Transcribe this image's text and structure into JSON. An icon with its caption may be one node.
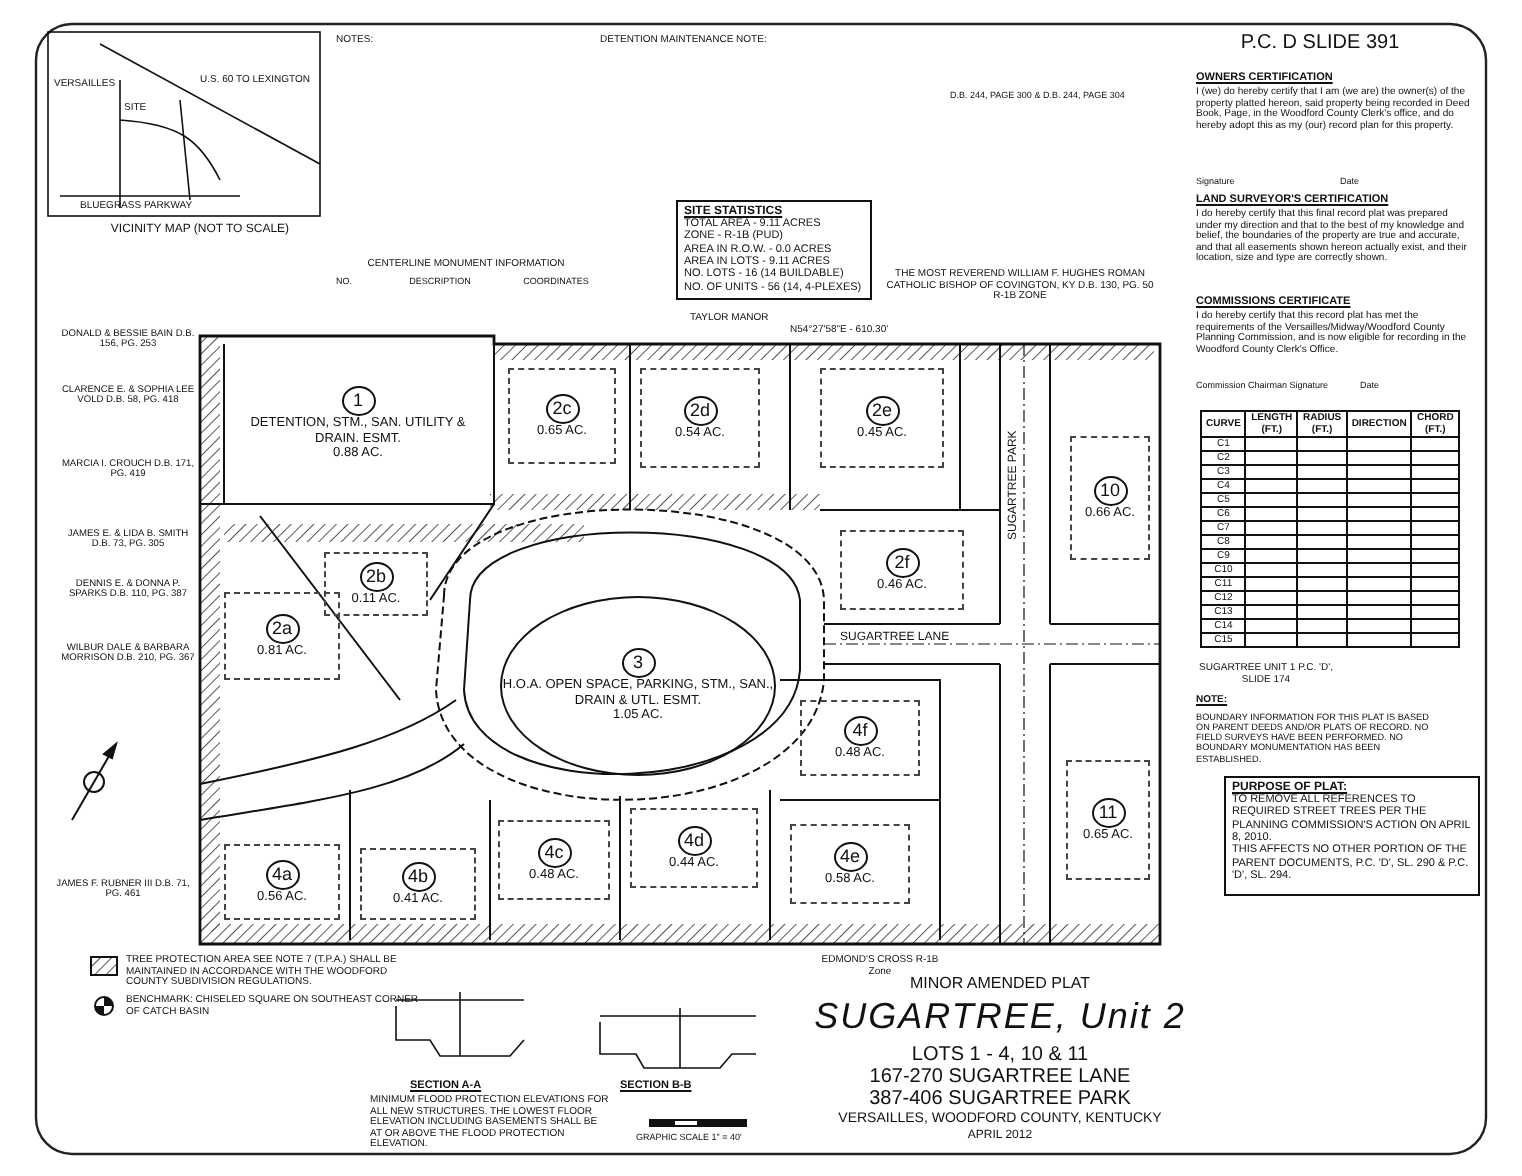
{
  "diagram": {
    "title": "SUGARTREE, Unit 2",
    "nodes": [
      {
        "text": [
          "1",
          "DETENTION, STM., SAN. UTILITY & DRAIN. ESMT.",
          "0.88 AC."
        ]
      },
      {
        "text": [
          "2a",
          "0.81 AC."
        ]
      },
      {
        "text": [
          "2b",
          "0.11 AC."
        ]
      },
      {
        "text": [
          "2c",
          "0.65 AC."
        ]
      },
      {
        "text": [
          "2d",
          "0.54 AC."
        ]
      },
      {
        "text": [
          "2e",
          "0.45 AC."
        ]
      },
      {
        "text": [
          "2f",
          "0.46 AC."
        ]
      },
      {
        "text": [
          "3",
          "H.O.A. OPEN SPACE, PARKING, STM., SAN., DRAIN & UTL. ESMT.",
          "1.05 AC."
        ]
      },
      {
        "text": [
          "4a",
          "0.56 AC."
        ]
      },
      {
        "text": [
          "4b",
          "0.41 AC."
        ]
      },
      {
        "text": [
          "4c",
          "0.48 AC."
        ]
      },
      {
        "text": [
          "4d",
          "0.44 AC."
        ]
      },
      {
        "text": [
          "4e",
          "0.58 AC."
        ]
      },
      {
        "text": [
          "4f",
          "0.48 AC."
        ]
      },
      {
        "text": [
          "10",
          "0.66 AC."
        ]
      },
      {
        "text": [
          "11",
          "0.65 AC."
        ]
      },
      {
        "text": [
          "SITE STATISTICS",
          "TOTAL AREA - 9.11 ACRES",
          "ZONE - R-1B (PUD)",
          "AREA IN R.O.W. - 0.0 ACRES",
          "AREA IN LOTS - 9.11 ACRES",
          "NO. LOTS - 16 (14 BUILDABLE)",
          "NO. OF UNITS - 56 (14, 4-PLEXES)"
        ]
      },
      {
        "text": [
          "PURPOSE OF PLAT:",
          "TO REMOVE ALL REFERENCES TO REQUIRED STREET TREES PER THE PLANNING COMMISSION'S ACTION ON APRIL 8, 2010.",
          "THIS AFFECTS NO OTHER PORTION OF THE PARENT DOCUMENTS, P.C. 'D', SL. 290 & P.C. 'D', SL. 294."
        ]
      }
    ],
    "labels": [
      "P.C. D SLIDE 391",
      "NOTES:",
      "DETENTION MAINTENANCE NOTE:",
      "D.B. 244, PAGE 300 & D.B. 244, PAGE 304",
      "OWNERS CERTIFICATION",
      "I (we) do hereby certify that I am (we are) the owner(s) of the property platted hereon, said property being recorded in Deed Book, Page, in the Woodford County Clerk's office, and do hereby adopt this as my (our) record plan for this property.",
      "Signature",
      "Date",
      "LAND SURVEYOR'S CERTIFICATION",
      "I do hereby certify that this final record plat was prepared under my direction and that to the best of my knowledge and belief, the boundaries of the property are true and accurate, and that all easements shown hereon actually exist, and their location, size and type are correctly shown.",
      "COMMISSIONS CERTIFICATE",
      "I do hereby certify that this record plat has met the requirements of the Versailles/Midway/Woodford County Planning Commission, and is now eligible for recording in the Woodford County Clerk's Office.",
      "Commission Chairman Signature",
      "Date",
      "VERSAILLES",
      "U.S. 60 TO LEXINGTON",
      "SITE",
      "BLUEGRASS PARKWAY",
      "VICINITY MAP (NOT TO SCALE)",
      "CENTERLINE MONUMENT INFORMATION",
      "NO.",
      "DESCRIPTION",
      "COORDINATES",
      "THE MOST REVEREND WILLIAM F. HUGHES ROMAN CATHOLIC BISHOP OF COVINGTON, KY D.B. 130, PG. 50 R-1B ZONE",
      "TAYLOR MANOR",
      "N54°27'58\"E - 610.30'",
      "DONALD & BESSIE BAIN D.B. 156, PG. 253",
      "CLARENCE E. & SOPHIA LEE VOLD D.B. 58, PG. 418",
      "MARCIA I. CROUCH D.B. 171, PG. 419",
      "JAMES E. & LIDA B. SMITH D.B. 73, PG. 305",
      "DENNIS E. & DONNA P. SPARKS D.B. 110, PG. 387",
      "WILBUR DALE & BARBARA MORRISON D.B. 210, PG. 367",
      "JAMES F. RUBNER III D.B. 71, PG. 461",
      "SUGARTREE LANE",
      "SUGARTREE PARK",
      "SUGARTREE UNIT 1 P.C. 'D', SLIDE 174",
      "NOTE:",
      "BOUNDARY INFORMATION FOR THIS PLAT IS BASED ON PARENT DEEDS AND/OR PLATS OF RECORD. NO FIELD SURVEYS HAVE BEEN PERFORMED. NO BOUNDARY MONUMENTATION HAS BEEN ESTABLISHED.",
      "EDMOND'S CROSS R-1B Zone",
      "SECTION A-A",
      "SECTION B-B",
      "MINIMUM FLOOD PROTECTION ELEVATIONS FOR ALL NEW STRUCTURES. THE LOWEST FLOOR ELEVATION INCLUDING BASEMENTS SHALL BE AT OR ABOVE THE FLOOD PROTECTION ELEVATION.",
      "GRAPHIC SCALE 1\" = 40'",
      "MINOR AMENDED PLAT",
      "LOTS 1 - 4, 10 & 11",
      "167-270 SUGARTREE LANE",
      "387-406 SUGARTREE PARK",
      "VERSAILLES, WOODFORD COUNTY, KENTUCKY",
      "APRIL 2012",
      "CURVE",
      "LENGTH (FT.)",
      "RADIUS (FT.)",
      "DIRECTION",
      "CHORD (FT.)",
      "C1",
      "C2",
      "C3",
      "C4",
      "C5",
      "C6",
      "C7",
      "C8",
      "C9",
      "C10",
      "C11",
      "C12",
      "C13",
      "C14",
      "C15"
    ],
    "legend": [
      {
        "text": "TREE PROTECTION AREA SEE NOTE 7 (T.P.A.) SHALL BE MAINTAINED IN ACCORDANCE WITH THE WOODFORD COUNTY SUBDIVISION REGULATIONS."
      },
      {
        "text": "BENCHMARK: CHISELED SQUARE ON SOUTHEAST CORNER OF CATCH BASIN"
      }
    ]
  }
}
